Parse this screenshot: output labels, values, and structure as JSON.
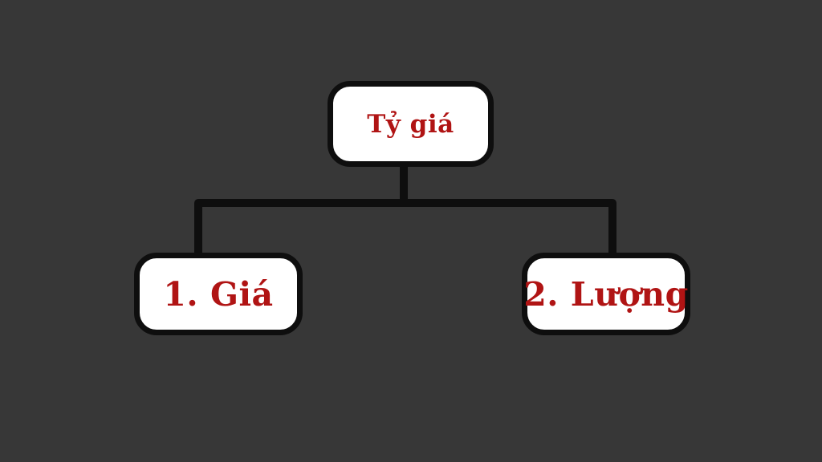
{
  "theme": {
    "background": "#373737",
    "node_fill": "#ffffff",
    "node_border": "#0e0e0e",
    "connector_color": "#0e0e0e",
    "text_color": "#b01414"
  },
  "diagram": {
    "type": "tree",
    "root": {
      "label": "Tỷ giá"
    },
    "children": [
      {
        "label": "1. Giá"
      },
      {
        "label": "2. Lượng"
      }
    ]
  }
}
